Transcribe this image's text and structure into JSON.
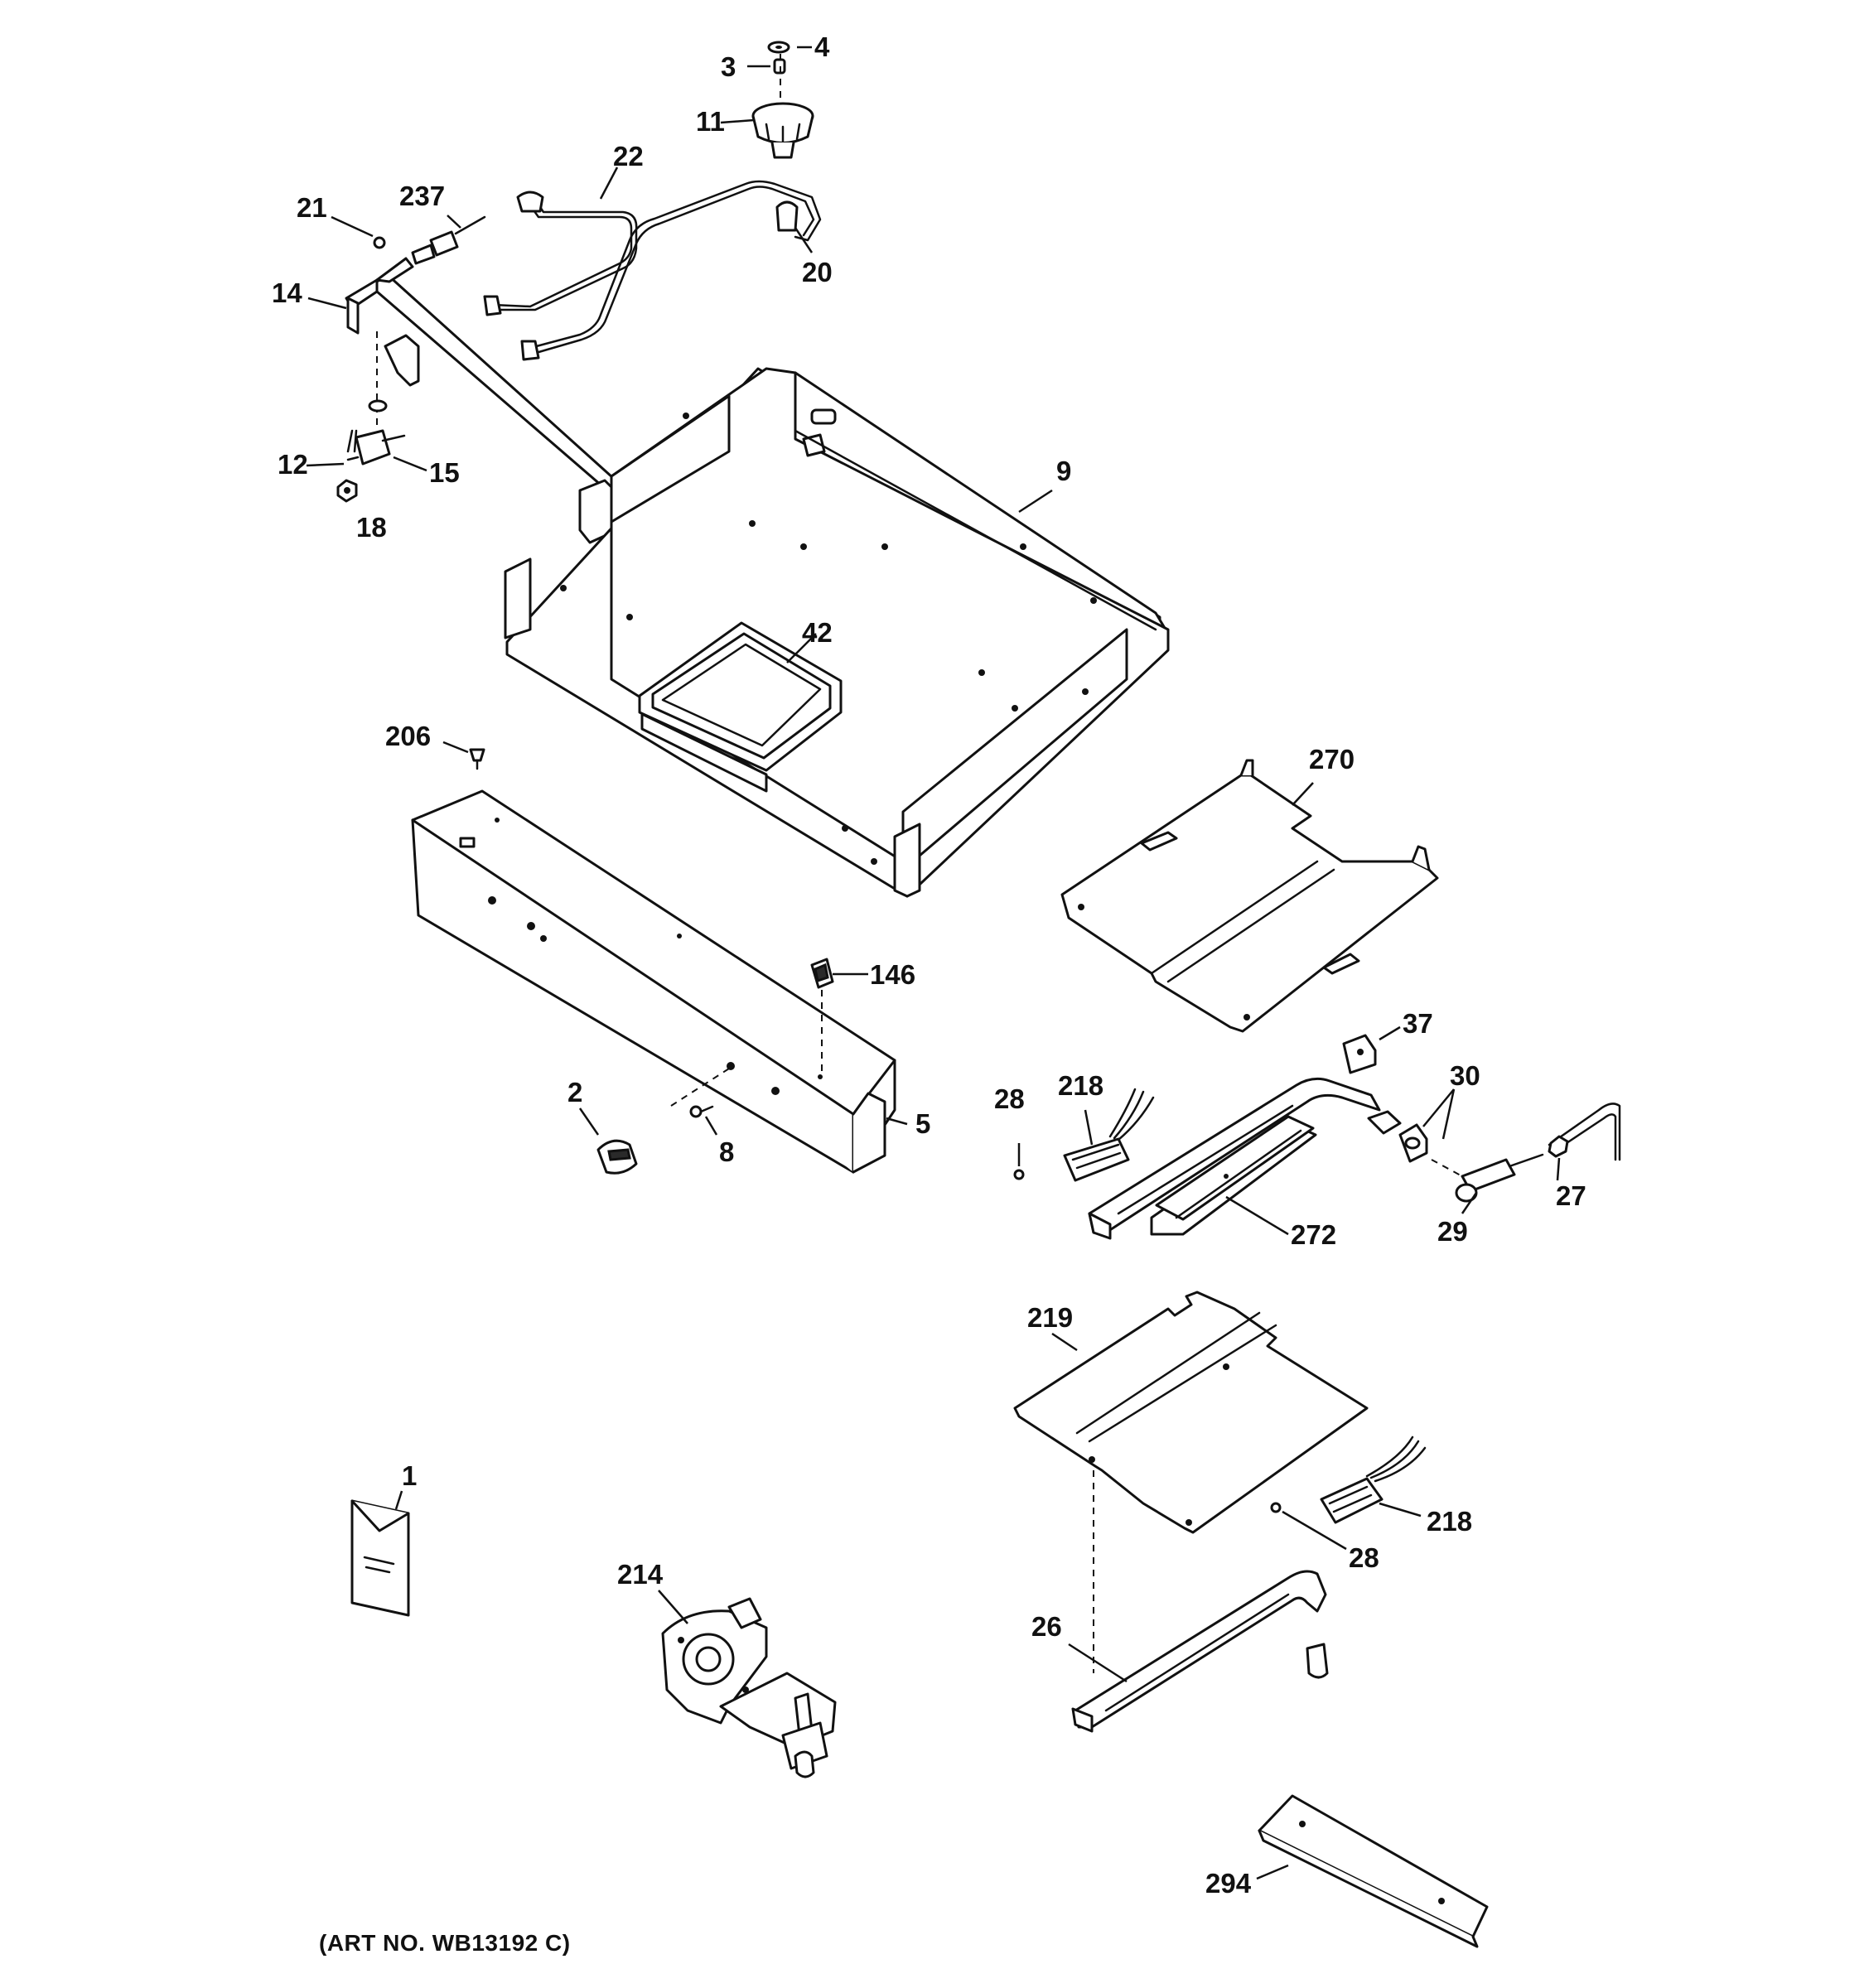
{
  "art_number": "(ART NO. WB13192 C)",
  "callouts": {
    "c1": "1",
    "c2": "2",
    "c3": "3",
    "c4": "4",
    "c5": "5",
    "c8": "8",
    "c9": "9",
    "c11": "11",
    "c12": "12",
    "c14": "14",
    "c15": "15",
    "c18": "18",
    "c20": "20",
    "c21": "21",
    "c22": "22",
    "c26": "26",
    "c27": "27",
    "c28a": "28",
    "c28b": "28",
    "c29": "29",
    "c30": "30",
    "c37": "37",
    "c42": "42",
    "c146": "146",
    "c206": "206",
    "c214": "214",
    "c218a": "218",
    "c218b": "218",
    "c219": "219",
    "c237": "237",
    "c270": "270",
    "c272": "272",
    "c294": "294"
  }
}
